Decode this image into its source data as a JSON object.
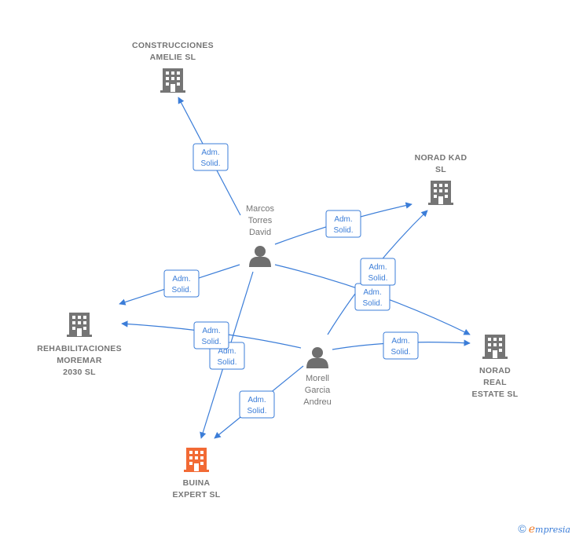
{
  "colors": {
    "edge": "#3b7dd8",
    "building": "#757575",
    "focus_building": "#f26a35",
    "person": "#6f6f6f",
    "label": "#757575"
  },
  "nodes": {
    "construcciones": {
      "type": "company",
      "lines": [
        "CONSTRUCCIONES",
        "AMELIE SL"
      ]
    },
    "norad_kad": {
      "type": "company",
      "lines": [
        "NORAD KAD",
        "SL"
      ]
    },
    "rehabilitaciones": {
      "type": "company",
      "lines": [
        "REHABILITACIONES",
        "MOREMAR",
        "2030  SL"
      ]
    },
    "norad_real": {
      "type": "company",
      "lines": [
        "NORAD",
        "REAL",
        "ESTATE  SL"
      ]
    },
    "buina": {
      "type": "company",
      "focus": true,
      "lines": [
        "BUINA",
        "EXPERT  SL"
      ]
    },
    "marcos": {
      "type": "person",
      "lines": [
        "Marcos",
        "Torres",
        "David"
      ]
    },
    "morell": {
      "type": "person",
      "lines": [
        "Morell",
        "Garcia",
        "Andreu"
      ]
    }
  },
  "relations": [
    {
      "id": "marcos-construcciones",
      "from": "marcos",
      "to": "construcciones",
      "label": [
        "Adm.",
        "Solid."
      ]
    },
    {
      "id": "marcos-norad_kad",
      "from": "marcos",
      "to": "norad_kad",
      "label": [
        "Adm.",
        "Solid."
      ]
    },
    {
      "id": "marcos-rehabilitaciones",
      "from": "marcos",
      "to": "rehabilitaciones",
      "label": [
        "Adm.",
        "Solid."
      ]
    },
    {
      "id": "marcos-norad_real",
      "from": "marcos",
      "to": "norad_real",
      "label": [
        "Adm.",
        "Solid."
      ]
    },
    {
      "id": "marcos-buina",
      "from": "marcos",
      "to": "buina",
      "label": [
        "Adm.",
        "Solid."
      ]
    },
    {
      "id": "morell-norad_kad",
      "from": "morell",
      "to": "norad_kad",
      "label": [
        "Adm.",
        "Solid."
      ]
    },
    {
      "id": "morell-rehabilitaciones",
      "from": "morell",
      "to": "rehabilitaciones",
      "label": [
        "Adm.",
        "Solid."
      ]
    },
    {
      "id": "morell-norad_real",
      "from": "morell",
      "to": "norad_real",
      "label": [
        "Adm.",
        "Solid."
      ]
    },
    {
      "id": "morell-buina",
      "from": "morell",
      "to": "buina",
      "label": [
        "Adm.",
        "Solid."
      ]
    }
  ],
  "footer": {
    "copyright": "©",
    "brand_initial": "e",
    "brand_rest": "mpresia"
  }
}
